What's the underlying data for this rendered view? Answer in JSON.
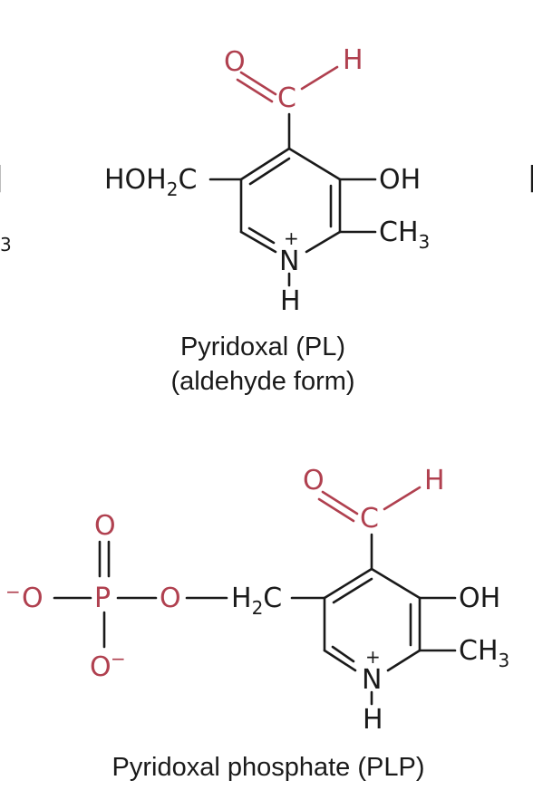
{
  "colors": {
    "bond": "#1a1a1a",
    "carbonyl": "#b0404f"
  },
  "pl": {
    "atoms": {
      "o_carbonyl": "O",
      "h_aldehyde": "H",
      "c_aldehyde": "C",
      "hoh2c_left": "HOH",
      "hoh2c_sub": "2",
      "hoh2c_right": "C",
      "oh": "OH",
      "ch3_main": "CH",
      "ch3_sub": "3",
      "n_ring": "N",
      "n_charge": "+",
      "h_n": "H"
    },
    "caption_line1": "Pyridoxal (PL)",
    "caption_line2": "(aldehyde form)"
  },
  "plp": {
    "atoms": {
      "o_carbonyl": "O",
      "h_aldehyde": "H",
      "c_aldehyde": "C",
      "o_top": "O",
      "p": "P",
      "o_left": "O",
      "o_left_charge": "−",
      "o_bottom": "O",
      "o_bottom_charge": "−",
      "o_bridge": "O",
      "h2c_left": "H",
      "h2c_sub": "2",
      "h2c_right": "C",
      "oh": "OH",
      "ch3_main": "CH",
      "ch3_sub": "3",
      "n_ring": "N",
      "n_charge": "+",
      "h_n": "H"
    },
    "caption": "Pyridoxal phosphate (PLP)"
  },
  "edge_fragments": {
    "left_top": "|",
    "left_bottom": "3",
    "right": "|"
  }
}
